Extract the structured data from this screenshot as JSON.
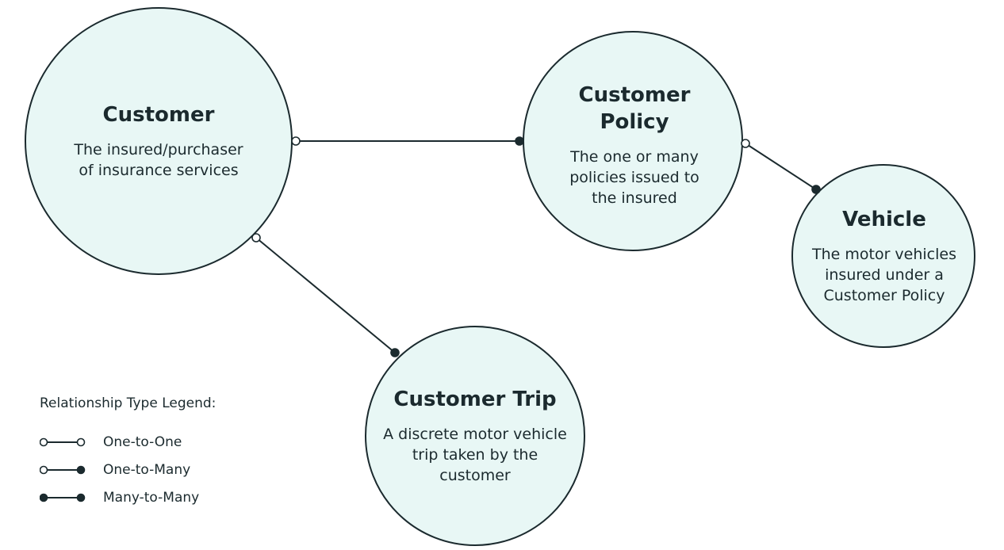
{
  "entities": {
    "customer": {
      "title": "Customer",
      "description_lines": [
        "The insured/purchaser",
        "of insurance services"
      ]
    },
    "customer_policy": {
      "title_lines": [
        "Customer",
        "Policy"
      ],
      "description_lines": [
        "The one or many",
        "policies issued to",
        "the insured"
      ]
    },
    "vehicle": {
      "title": "Vehicle",
      "description_lines": [
        "The motor vehicles",
        "insured under a",
        "Customer Policy"
      ]
    },
    "customer_trip": {
      "title": "Customer Trip",
      "description_lines": [
        "A discrete motor vehicle",
        "trip taken by the",
        "customer"
      ]
    }
  },
  "relationships": [
    {
      "from": "Customer",
      "to": "Customer Policy",
      "type": "One-to-Many"
    },
    {
      "from": "Customer Policy",
      "to": "Vehicle",
      "type": "One-to-Many"
    },
    {
      "from": "Customer",
      "to": "Customer Trip",
      "type": "One-to-Many"
    }
  ],
  "legend": {
    "title": "Relationship Type Legend:",
    "items": [
      {
        "label": "One-to-One",
        "start": "open",
        "end": "open"
      },
      {
        "label": "One-to-Many",
        "start": "open",
        "end": "filled"
      },
      {
        "label": "Many-to-Many",
        "start": "filled",
        "end": "filled"
      }
    ]
  },
  "colors": {
    "circle_fill": "#e8f7f5",
    "stroke": "#1b2a2e",
    "text": "#1b2a2e"
  }
}
